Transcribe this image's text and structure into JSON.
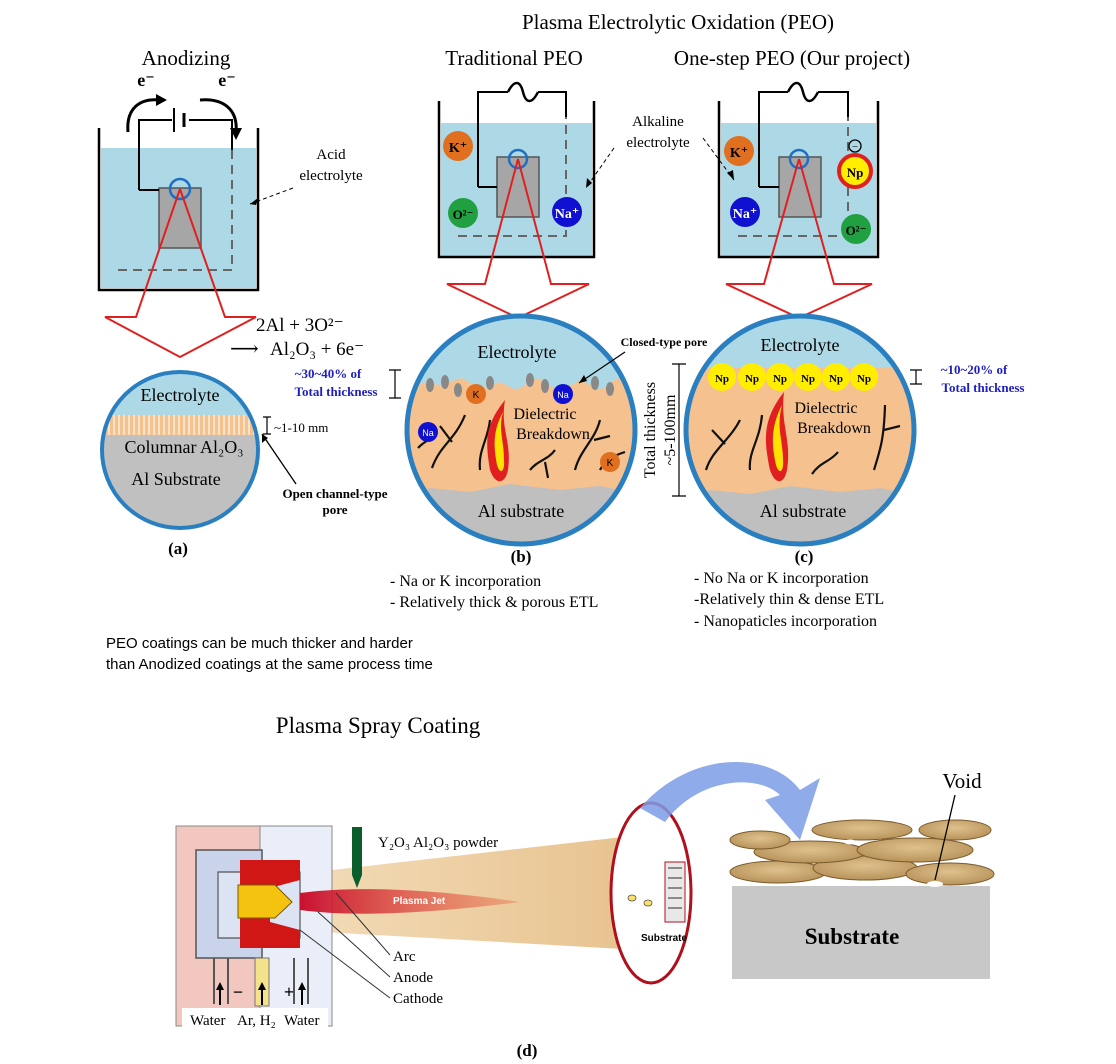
{
  "header": {
    "peo_title": "Plasma Electrolytic Oxidation (PEO)",
    "anodizing": "Anodizing",
    "traditional_peo": "Traditional PEO",
    "onestep_peo": "One-step PEO (Our project)"
  },
  "panel_a": {
    "electron_left": "e⁻",
    "electron_right": "e⁻",
    "acid_line1": "Acid",
    "acid_line2": "electrolyte",
    "reaction_line1": "2Al + 3O²⁻",
    "reaction_arrow": "⟶",
    "reaction_line2": "Al₂O₃ + 6e⁻",
    "electrolyte": "Electrolyte",
    "columnar": "Columnar Al₂O₃",
    "substrate": "Al Substrate",
    "thickness": "~1-10 mm",
    "pore_line1": "Open channel-type",
    "pore_line2": "pore",
    "caption": "(a)"
  },
  "panel_b": {
    "ion_k": "K⁺",
    "ion_o": "O²⁻",
    "ion_na": "Na⁺",
    "alkaline_line1": "Alkaline",
    "alkaline_line2": "electrolyte",
    "electrolyte": "Electrolyte",
    "closed_pore": "Closed-type pore",
    "pct_line1": "~30~40% of",
    "pct_line2": "Total thickness",
    "small_k": "K",
    "small_na": "Na",
    "dielectric_line1": "Dielectric",
    "dielectric_line2": "Breakdown",
    "substrate": "Al substrate",
    "caption": "(b)",
    "note1": "- Na or K incorporation",
    "note2": "- Relatively thick & porous ETL"
  },
  "panel_c": {
    "ion_k": "K⁺",
    "ion_na": "Na⁺",
    "ion_np": "Np",
    "ion_o": "O²⁻",
    "minus": "−",
    "electrolyte": "Electrolyte",
    "np_label": "Np",
    "pct_line1": "~10~20% of",
    "pct_line2": "Total thickness",
    "total_line1": "Total thickness",
    "total_line2": "~5-100mm",
    "dielectric_line1": "Dielectric",
    "dielectric_line2": "Breakdown",
    "substrate": "Al substrate",
    "caption": "(c)",
    "note1": "- No Na or K incorporation",
    "note2": "-Relatively thin & dense ETL",
    "note3": "- Nanopaticles incorporation"
  },
  "comparison": {
    "line1": "PEO coatings can be much thicker and harder",
    "line2": "than Anodized coatings at the same process time"
  },
  "panel_d": {
    "title": "Plasma Spray Coating",
    "powder": "Y₂O₃ Al₂O₃ powder",
    "jet": "Plasma Jet",
    "arc": "Arc",
    "anode": "Anode",
    "cathode": "Cathode",
    "minus": "−",
    "plus": "+",
    "water1": "Water",
    "gas": "Ar, H₂",
    "water2": "Water",
    "substrate_small": "Substrate",
    "void": "Void",
    "substrate_big": "Substrate",
    "caption": "(d)"
  },
  "colors": {
    "electrolyte": "#add8e6",
    "coating": "#f5c18f",
    "substrate": "#bfbfbf",
    "circle_border": "#2a7fc0",
    "arrow_red": "#e02020",
    "potassium": "#e07020",
    "oxygen": "#20a040",
    "sodium": "#1010d0",
    "nanoparticle": "#ffee00",
    "blue_text": "#1f1fbf"
  }
}
